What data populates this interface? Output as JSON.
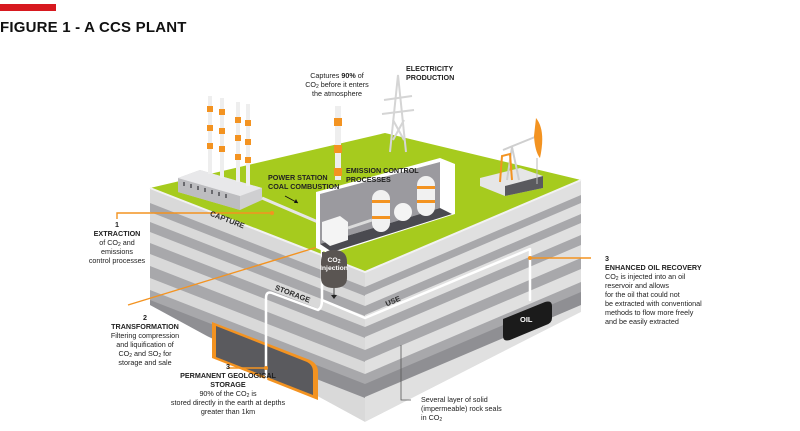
{
  "figure": {
    "title": "FIGURE 1 - A CCS PLANT",
    "accent_color": "#d7191f"
  },
  "colors": {
    "ground_green": "#a6cb1e",
    "pipe_orange": "#f39321",
    "layer_light": "#d9d9d9",
    "layer_dark": "#a3a3a6",
    "oil_black": "#1b1b1b",
    "injection_gray": "#5a5552"
  },
  "top_labels": {
    "capture_note": [
      "Captures ",
      "90%",
      " of",
      "CO",
      "2",
      " before it enters",
      "the atmosphere"
    ],
    "electricity": [
      "ELECTRICITY",
      "PRODUCTION"
    ],
    "power_station": [
      "POWER STATION",
      "COAL COMBUSTION"
    ],
    "emission": [
      "EMISSION CONTROL",
      "PROCESSES"
    ]
  },
  "surface_tags": {
    "capture": "CAPTURE",
    "storage": "STORAGE",
    "use": "USE",
    "oil": "OIL",
    "injection_line1": "CO",
    "injection_sub": "2",
    "injection_line2": "Injection"
  },
  "callouts": {
    "extraction": {
      "number": "1",
      "title": "EXTRACTION",
      "line1a": "of CO",
      "line1sub": "2",
      "line1b": " and",
      "line2": "emissions",
      "line3": "control processes"
    },
    "transformation": {
      "number": "2",
      "title": "TRANSFORMATION",
      "line1": "Filtering compression",
      "line2": "and liquification of",
      "line3a": "CO",
      "line3sub1": "2",
      "line3b": " and SO",
      "line3sub2": "2",
      "line3c": " for",
      "line4": "storage and sale"
    },
    "storage": {
      "number": "3",
      "title1": "PERMANENT GEOLOGICAL",
      "title2": "STORAGE",
      "line1a": "90% of the CO",
      "line1sub": "2",
      "line1b": " is",
      "line2": "stored directly in the earth at depths",
      "line3": "greater than 1km"
    },
    "eor": {
      "number": "3",
      "title": "ENHANCED OIL RECOVERY",
      "line1a": "CO",
      "line1sub": "2",
      "line1b": " is injected into an oil",
      "line2": "reservoir and allows",
      "line3": "for the oil that could not",
      "line4": "be extracted with conventional",
      "line5": "methods to flow more freely",
      "line6": "and be easily extracted"
    },
    "rock": {
      "line1": "Several layer of solid",
      "line2": "(impermeable) rock seals",
      "line3a": "in CO",
      "line3sub": "2"
    }
  }
}
